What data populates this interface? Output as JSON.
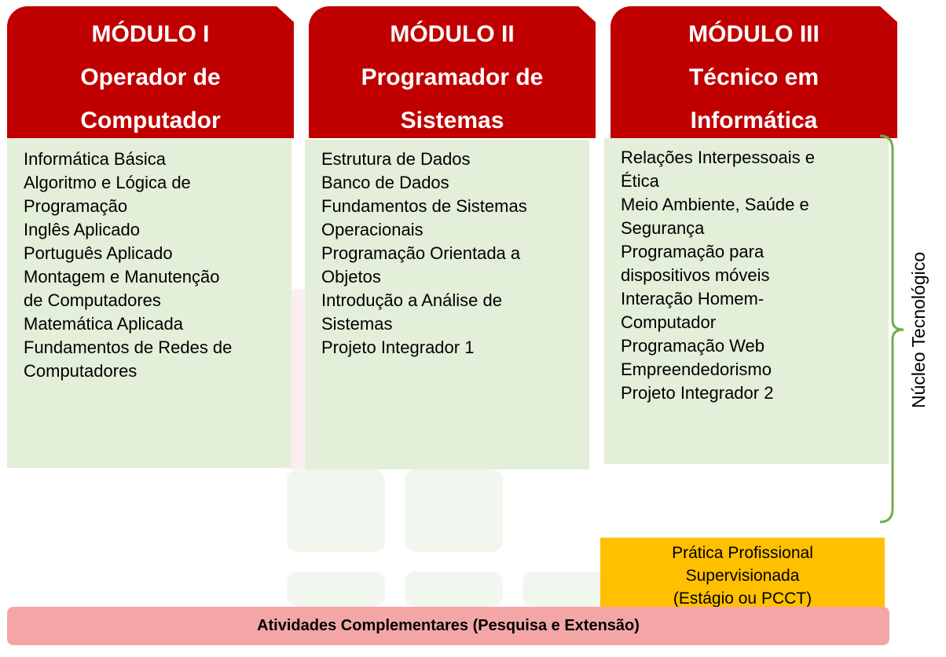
{
  "colors": {
    "header": "#c00000",
    "body": "#e3efd9",
    "practice": "#ffc000",
    "activities": "#f4a6a6",
    "brace": "#70ad47"
  },
  "modules": [
    {
      "title": [
        "MÓDULO I",
        "Operador de",
        "Computador"
      ],
      "items": [
        "Informática Básica",
        "Algoritmo e Lógica de",
        "Programação",
        "Inglês Aplicado",
        "Português Aplicado",
        "Montagem e Manutenção",
        "de Computadores",
        "Matemática Aplicada",
        "Fundamentos de Redes de",
        "Computadores"
      ]
    },
    {
      "title": [
        "MÓDULO II",
        "Programador de",
        "Sistemas"
      ],
      "items": [
        "Estrutura de Dados",
        "Banco de Dados",
        "Fundamentos de Sistemas",
        "Operacionais",
        "Programação Orientada a",
        "Objetos",
        "Introdução a Análise de",
        "Sistemas",
        "Projeto Integrador 1"
      ]
    },
    {
      "title": [
        "MÓDULO III",
        "Técnico em",
        "Informática"
      ],
      "items": [
        "Relações Interpessoais e",
        "Ética",
        "Meio Ambiente, Saúde e",
        "Segurança",
        "Programação para",
        "dispositivos móveis",
        "Interação Homem-",
        "Computador",
        "Programação Web",
        "Empreendedorismo",
        "Projeto Integrador 2"
      ]
    }
  ],
  "side_label": "Núcleo Tecnológico",
  "practice": [
    "Prática Profissional",
    "Supervisionada",
    "(Estágio ou PCCT)"
  ],
  "activities": "Atividades Complementares (Pesquisa e Extensão)"
}
